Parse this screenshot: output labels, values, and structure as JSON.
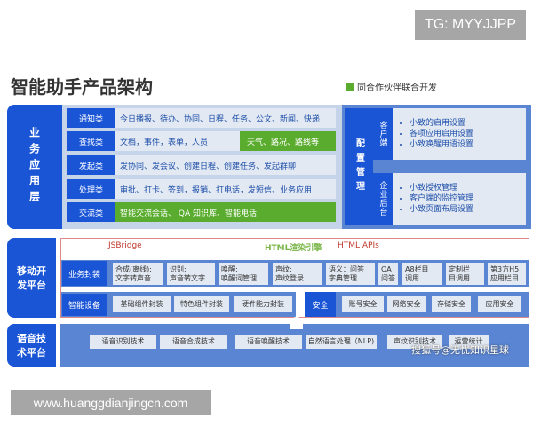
{
  "badge": "TG: MYYJJPP",
  "title": "智能助手产品架构",
  "legend": {
    "label": "同合作伙伴联合开发",
    "color": "#5aac2e"
  },
  "business_layer": {
    "label": "业务应用层",
    "rows": [
      {
        "category": "通知类",
        "items": "今日播报、待办、协同、日程、任务、公文、新闻、快递"
      },
      {
        "category": "查找类",
        "items": "文档，事件，表单，人员",
        "partner": "天气、路况、路线等"
      },
      {
        "category": "发起类",
        "items": "发协同、发会议、创建日程、创建任务、发起群聊"
      },
      {
        "category": "处理类",
        "items": "审批、打卡、签到，报销、打电话，发短信、业务应用"
      },
      {
        "category": "交流类",
        "items": "智能交流会话、 QA 知识库、智能电话",
        "partner_full": true
      }
    ]
  },
  "config": {
    "label": "配置管理",
    "groups": [
      {
        "label": "客户端",
        "items": [
          "小致的启用设置",
          "各项应用启用设置",
          "小致唤醒用语设置"
        ]
      },
      {
        "label": "企业后台",
        "items": [
          "小致授权管理",
          "客户端的监控管理",
          "小致页面布局设置"
        ]
      }
    ]
  },
  "mobile_platform": {
    "label": "移动开发平台",
    "top": {
      "jsbridge": "JSBridge",
      "engine": "HTML渲染引擎",
      "apis": "HTML APIs"
    },
    "business_wrap": {
      "label": "业务封装",
      "items": [
        "合成(离线):\n文字转声音",
        "识别:\n声音转文字",
        "唤醒:\n唤醒词管理",
        "声纹:\n声纹登录",
        "语义：问答\n字典管理",
        "QA\n问答",
        "A8栏目\n调用",
        "定制栏\n目调用",
        "第3方H5\n应用栏目"
      ]
    },
    "device": {
      "label": "智能设备",
      "items": [
        "基础组件封装",
        "特色组件封装",
        "硬件能力封装"
      ]
    },
    "security": {
      "label": "安全",
      "items": [
        "账号安全",
        "网络安全",
        "存储安全",
        "应用安全"
      ]
    }
  },
  "voice_platform": {
    "label": "语音技术平台",
    "items": [
      "语音识别技术",
      "语音合成技术",
      "语音唤醒技术",
      "自然语言处理（NLP)",
      "声纹识别技术",
      "运营统计"
    ]
  },
  "watermark": "搜狐号@无忧知识星球",
  "footer": "www.huanggdianjingcn.com"
}
